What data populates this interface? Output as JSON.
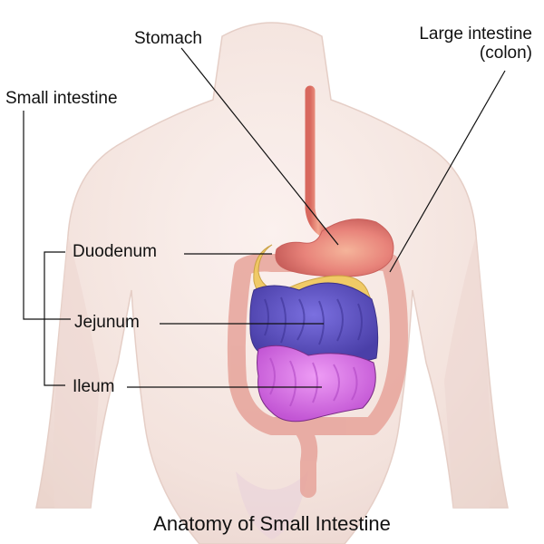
{
  "title": "Anatomy of Small Intestine",
  "labels": {
    "stomach": "Stomach",
    "large_intestine_line1": "Large intestine",
    "large_intestine_line2": "(colon)",
    "small_intestine": "Small intestine",
    "duodenum": "Duodenum",
    "jejunum": "Jejunum",
    "ileum": "Ileum"
  },
  "colors": {
    "skin": "#f3e2dc",
    "skin_shade": "#e7cfc6",
    "esophagus": "#e07a6e",
    "stomach": "#e8837a",
    "colon": "#e6a39a",
    "duodenum": "#f0c960",
    "jejunum": "#5a4fc0",
    "ileum": "#d46ee0",
    "leader_line": "#111111"
  }
}
